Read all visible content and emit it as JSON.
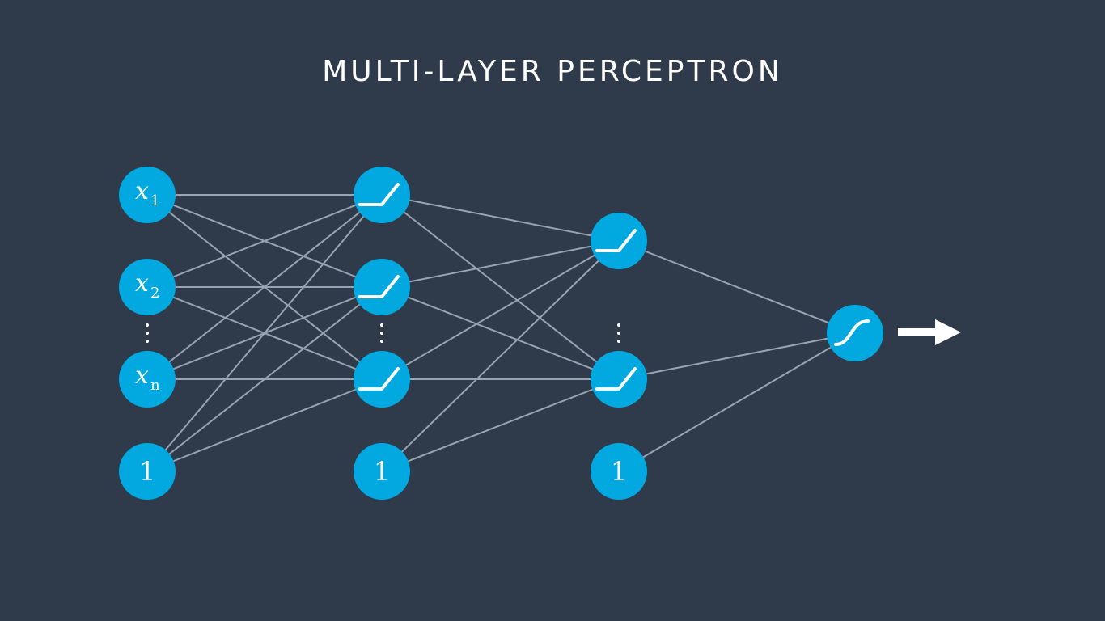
{
  "title": "MULTI-LAYER PERCEPTRON",
  "colors": {
    "background": "#2f3b4a",
    "node": "#02a9e0",
    "edge": "#98a4b2",
    "glyph": "#ffffff"
  },
  "input_labels": [
    {
      "var": "x",
      "sub": "1"
    },
    {
      "var": "x",
      "sub": "2"
    },
    {
      "var": "x",
      "sub": "n"
    }
  ],
  "bias_label": "1",
  "layers": [
    {
      "type": "input",
      "nodes": [
        "x1",
        "x2",
        "ellipsis",
        "xn",
        "bias"
      ]
    },
    {
      "type": "hidden-relu",
      "nodes": [
        "relu",
        "relu",
        "ellipsis",
        "relu",
        "bias"
      ]
    },
    {
      "type": "hidden-relu",
      "nodes": [
        "relu",
        "ellipsis",
        "relu",
        "bias"
      ]
    },
    {
      "type": "output-sigmoid",
      "nodes": [
        "sigmoid"
      ]
    }
  ],
  "icons": {
    "relu": "relu-activation-icon",
    "sigmoid": "sigmoid-activation-icon",
    "arrow": "output-arrow-icon"
  }
}
